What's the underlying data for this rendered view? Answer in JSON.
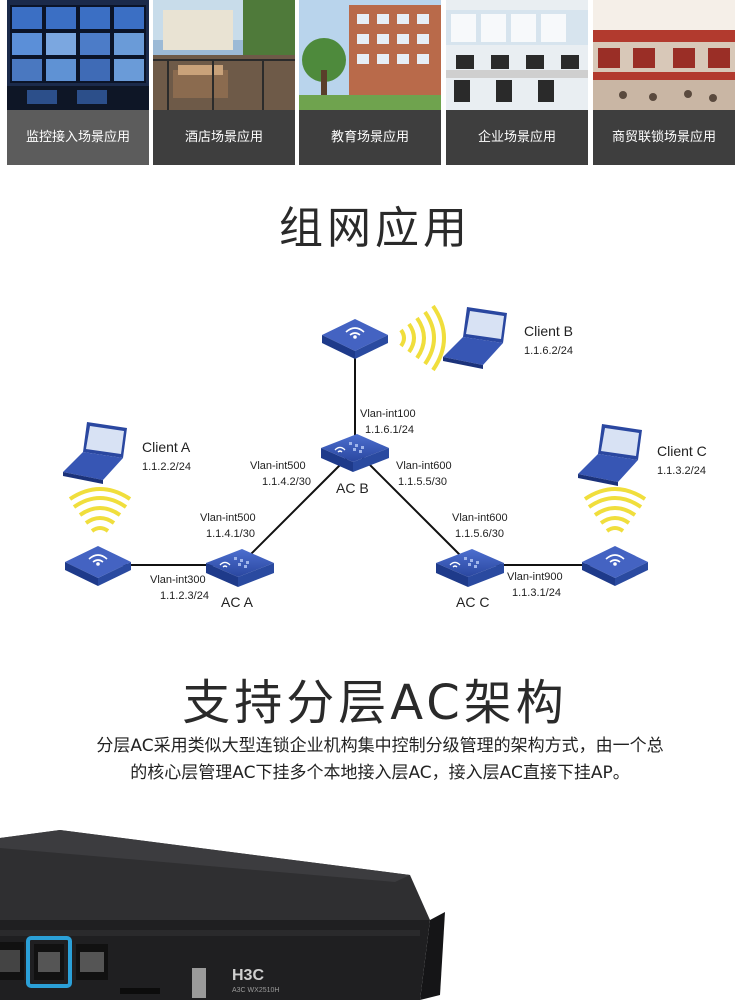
{
  "scenes": [
    {
      "label": "监控接入场景应用",
      "icon": "monitoring-scene-image",
      "bar_color": "#5c5c5c"
    },
    {
      "label": "酒店场景应用",
      "icon": "hotel-scene-image",
      "bar_color": "#3e3e3e"
    },
    {
      "label": "教育场景应用",
      "icon": "education-scene-image",
      "bar_color": "#3e3e3e"
    },
    {
      "label": "企业场景应用",
      "icon": "enterprise-scene-image",
      "bar_color": "#3e3e3e"
    },
    {
      "label": "商贸联锁场景应用",
      "icon": "retail-scene-image",
      "bar_color": "#3e3e3e"
    }
  ],
  "section1": {
    "title": "组网应用"
  },
  "diagram": {
    "clients": [
      {
        "name": "Client A",
        "ip": "1.1.2.2/24"
      },
      {
        "name": "Client B",
        "ip": "1.1.6.2/24"
      },
      {
        "name": "Client C",
        "ip": "1.1.3.2/24"
      }
    ],
    "ac": [
      {
        "name": "AC A"
      },
      {
        "name": "AC B"
      },
      {
        "name": "AC C"
      }
    ],
    "links": {
      "acb_up": {
        "vlan": "Vlan-int100",
        "ip": "1.1.6.1/24"
      },
      "acb_left": {
        "vlan": "Vlan-int500",
        "ip": "1.1.4.2/30"
      },
      "acb_right": {
        "vlan": "Vlan-int600",
        "ip": "1.1.5.5/30"
      },
      "aca_up": {
        "vlan": "Vlan-int500",
        "ip": "1.1.4.1/30"
      },
      "aca_left": {
        "vlan": "Vlan-int300",
        "ip": "1.1.2.3/24"
      },
      "acc_up": {
        "vlan": "Vlan-int600",
        "ip": "1.1.5.6/30"
      },
      "acc_right": {
        "vlan": "Vlan-int900",
        "ip": "1.1.3.1/24"
      }
    },
    "colors": {
      "device": "#2e4fa8",
      "wifi": "#f0de3c",
      "link": "#111111"
    }
  },
  "section2": {
    "title": "支持分层AC架构",
    "desc_line1": "分层AC采用类似大型连锁企业机构集中控制分级管理的架构方式，由一个总",
    "desc_line2": "的核心层管理AC下挂多个本地接入层AC，接入层AC直接下挂AP。"
  },
  "device": {
    "brand": "H3C",
    "model": "A3C  WX2510H"
  }
}
